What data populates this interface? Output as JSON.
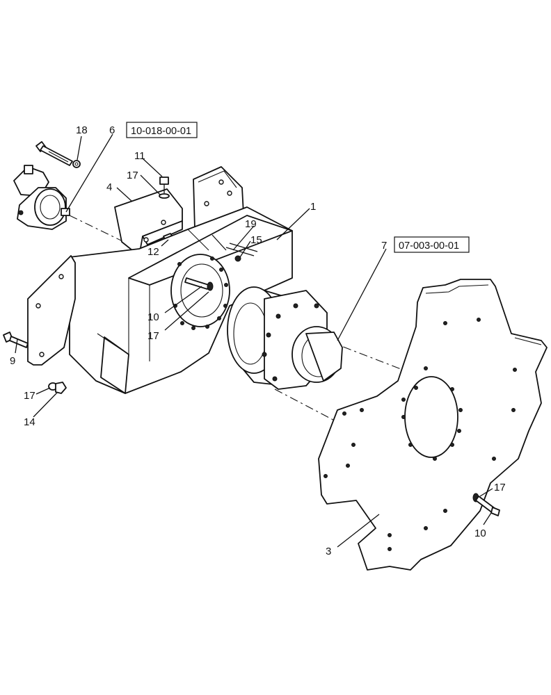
{
  "references": {
    "top": "10-018-00-01",
    "right": "07-003-00-01"
  },
  "callouts": {
    "c1": "1",
    "c3": "3",
    "c4": "4",
    "c6": "6",
    "c7": "7",
    "c9": "9",
    "c10a": "10",
    "c10b": "10",
    "c11": "11",
    "c12": "12",
    "c14": "14",
    "c15": "15",
    "c17a": "17",
    "c17b": "17",
    "c17c": "17",
    "c17d": "17",
    "c18": "18",
    "c19": "19"
  }
}
